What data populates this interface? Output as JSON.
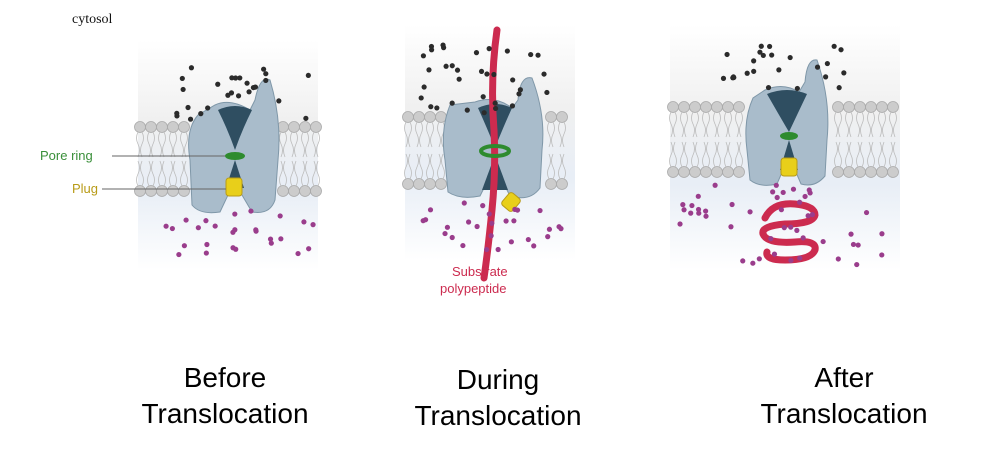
{
  "cytosol_label": "cytosol",
  "labels": {
    "pore_ring": "Pore ring",
    "plug": "Plug",
    "substrate_line1": "Substrate",
    "substrate_line2": "polypeptide"
  },
  "captions": [
    {
      "line1": "Before",
      "line2": "Translocation"
    },
    {
      "line1": "During",
      "line2": "Translocation"
    },
    {
      "line1": "After",
      "line2": "Translocation"
    }
  ],
  "colors": {
    "pore_ring": "#2e8b2e",
    "plug": "#e8cf1a",
    "plug_label": "#b89b17",
    "pore_ring_label": "#3a8f3a",
    "substrate": "#cc2b4f",
    "channel": "#a9bccb",
    "channel_inner": "#2f4e61",
    "lumen": "#dde8f4",
    "cytosol_bg": "#f0f0f0",
    "lipid_head": "#cccccc",
    "black_dot": "#2b2b2b",
    "purple_dot": "#9a3d8c"
  }
}
